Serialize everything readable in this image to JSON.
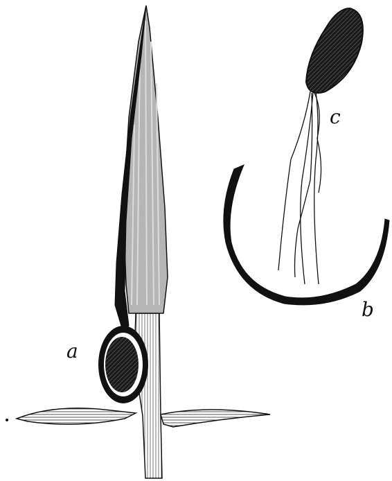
{
  "figure": {
    "labels": {
      "a": "a",
      "b": "b",
      "c": "c"
    },
    "colors": {
      "ink": "#111111",
      "paper": "#ffffff",
      "shade": "#9a9a9a"
    }
  }
}
